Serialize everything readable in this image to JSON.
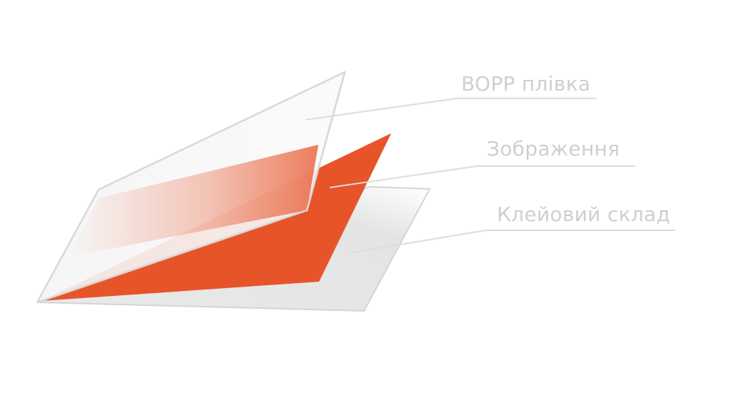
{
  "labels": {
    "film": "BOPP плівка",
    "image": "Зображення",
    "adhesive": "Клейовий склад"
  },
  "colors": {
    "background": "#ffffff",
    "image_layer": "#e8542a",
    "adhesive_layer": "#e6e6e6",
    "film_layer": "#f2f2f2",
    "leader_lines": "#dcdcdc",
    "label_text": "#cfcfcf"
  }
}
